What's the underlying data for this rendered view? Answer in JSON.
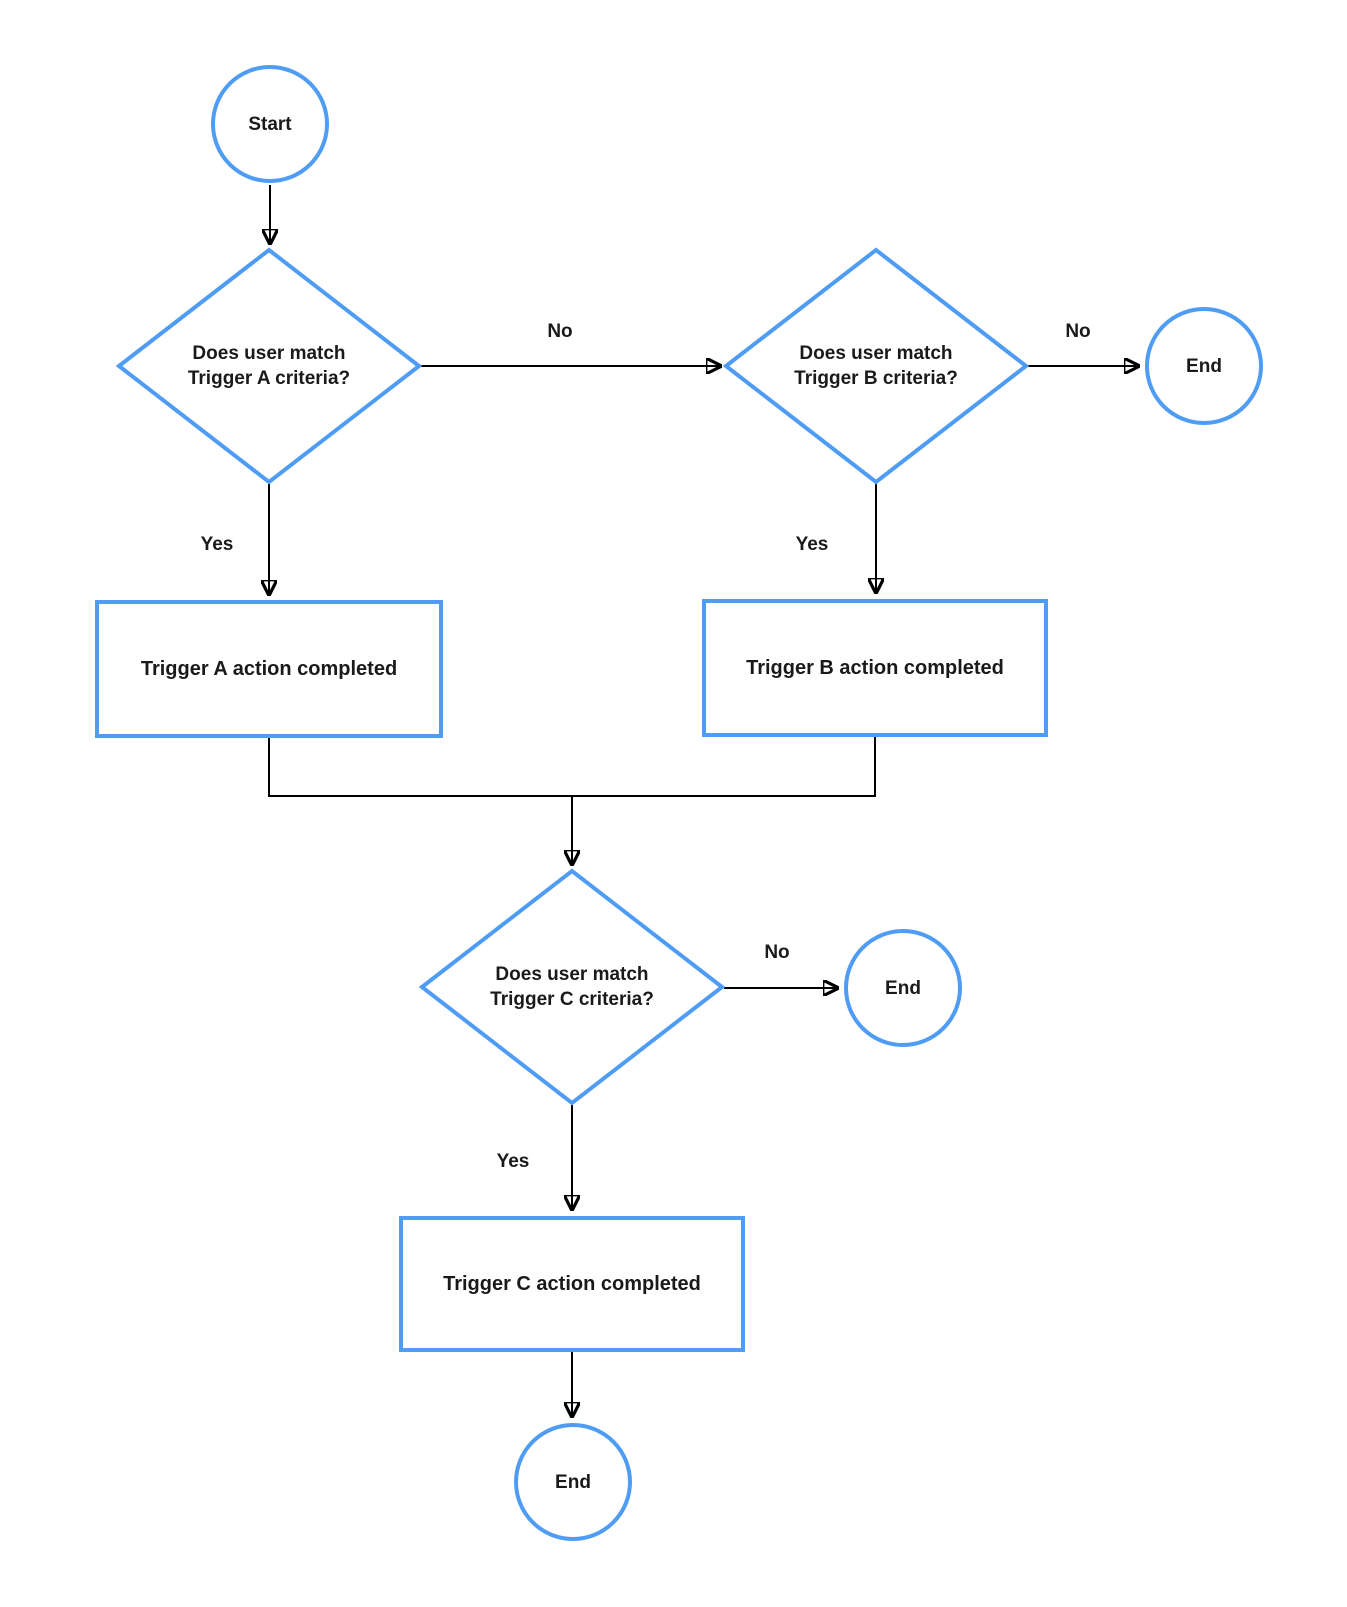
{
  "colors": {
    "shape_stroke": "#4F9CF4",
    "shape_fill": "#FFFFFF",
    "connector": "#000000",
    "label_text": "#1A1A1A",
    "background": "#FFFFFF"
  },
  "nodes": {
    "start": "Start",
    "decision_a": "Does user match\nTrigger A criteria?",
    "decision_b": "Does user match\nTrigger B criteria?",
    "decision_c": "Does user match\nTrigger C criteria?",
    "action_a": "Trigger A action completed",
    "action_b": "Trigger B action completed",
    "action_c": "Trigger C action completed",
    "end_top": "End",
    "end_middle": "End",
    "end_bottom": "End"
  },
  "edges": [
    {
      "from": "start",
      "to": "decision_a",
      "label": ""
    },
    {
      "from": "decision_a",
      "to": "decision_b",
      "label": "No"
    },
    {
      "from": "decision_a",
      "to": "action_a",
      "label": "Yes"
    },
    {
      "from": "decision_b",
      "to": "end_top",
      "label": "No"
    },
    {
      "from": "decision_b",
      "to": "action_b",
      "label": "Yes"
    },
    {
      "from": "action_a",
      "to": "decision_c",
      "label": ""
    },
    {
      "from": "action_b",
      "to": "decision_c",
      "label": ""
    },
    {
      "from": "decision_c",
      "to": "end_middle",
      "label": "No"
    },
    {
      "from": "decision_c",
      "to": "action_c",
      "label": "Yes"
    },
    {
      "from": "action_c",
      "to": "end_bottom",
      "label": ""
    }
  ]
}
